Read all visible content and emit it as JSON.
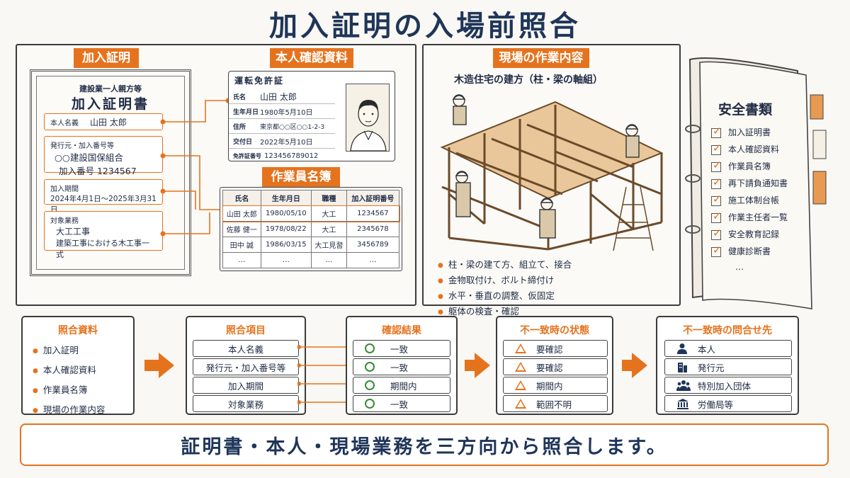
{
  "title": "加入証明の入場前照合",
  "cert": {
    "tag": "加入証明",
    "org_line": "建設業一人親方等",
    "heading": "加入証明書",
    "name_label": "本人名義",
    "name_value": "山田 太郎",
    "issuer_label": "発行元・加入番号等",
    "issuer_value": "○○建設国保組合",
    "number_value": "加入番号 1234567",
    "period_label": "加入期間",
    "period_value": "2024年4月1日～2025年3月31日",
    "scope_label": "対象業務",
    "scope_value1": "大工工事",
    "scope_value2": "建築工事における木工事一式"
  },
  "id_doc": {
    "tag": "本人確認資料",
    "card_title": "運転免許証",
    "rows": [
      {
        "k": "氏名",
        "v": "山田 太郎"
      },
      {
        "k": "生年月日",
        "v": "1980年5月10日"
      },
      {
        "k": "住所",
        "v": "東京都○○区○○1-2-3"
      },
      {
        "k": "交付日",
        "v": "2022年5月10日"
      },
      {
        "k": "免許証番号",
        "v": "123456789012"
      }
    ]
  },
  "roster": {
    "tag": "作業員名簿",
    "headers": [
      "氏名",
      "生年月日",
      "職種",
      "加入証明番号"
    ],
    "rows": [
      [
        "山田 太郎",
        "1980/05/10",
        "大工",
        "1234567"
      ],
      [
        "佐藤 健一",
        "1978/08/22",
        "大工",
        "2345678"
      ],
      [
        "田中 誠",
        "1986/03/15",
        "大工見習",
        "3456789"
      ],
      [
        "…",
        "…",
        "…",
        "…"
      ]
    ]
  },
  "site": {
    "tag": "現場の作業内容",
    "subtitle": "木造住宅の建方（柱・梁の軸組）",
    "bullets": [
      "柱・梁の建て方、組立て、接合",
      "金物取付け、ボルト締付け",
      "水平・垂直の調整、仮固定",
      "躯体の検査・確認"
    ]
  },
  "binder": {
    "title": "安全書類",
    "items": [
      "加入証明書",
      "本人確認資料",
      "作業員名簿",
      "再下請負通知書",
      "施工体制台帳",
      "作業主任者一覧",
      "安全教育記録",
      "健康診断書"
    ],
    "more": "…"
  },
  "flow": {
    "materials": {
      "head": "照合資料",
      "items": [
        "加入証明",
        "本人確認資料",
        "作業員名簿",
        "現場の作業内容"
      ]
    },
    "check_items": {
      "head": "照合項目",
      "items": [
        "本人名義",
        "発行元・加入番号等",
        "加入期間",
        "対象業務"
      ]
    },
    "results": {
      "head": "確認結果",
      "items": [
        "一致",
        "一致",
        "期間内",
        "一致"
      ]
    },
    "mismatch": {
      "head": "不一致時の状態",
      "items": [
        "要確認",
        "要確認",
        "期間内",
        "範囲不明"
      ]
    },
    "contacts": {
      "head": "不一致時の問合せ先",
      "items": [
        "本人",
        "発行元",
        "特別加入団体",
        "労働局等"
      ]
    }
  },
  "footer": "証明書・本人・現場業務を三方向から照合します。",
  "colors": {
    "accent": "#e5731e",
    "navy": "#1f3559",
    "ok": "#3a8a3a"
  }
}
